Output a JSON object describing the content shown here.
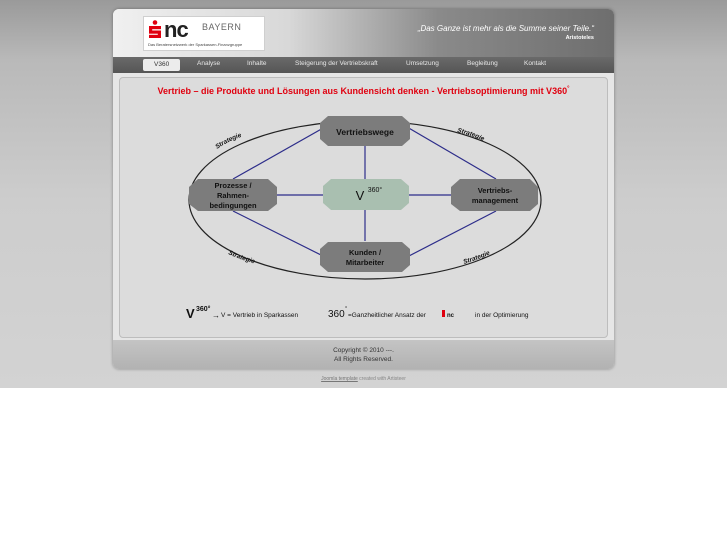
{
  "header": {
    "logo": {
      "brand": "nc",
      "region": "BAYERN",
      "tagline": "Das Beratersnetzwerk der Sparkassen-Finanzgruppe"
    },
    "quote": "„Das Ganze ist mehr als die Summe seiner Teile.“",
    "quote_author": "Aristoteles"
  },
  "nav": {
    "items": [
      {
        "label": "V360",
        "active": true
      },
      {
        "label": "Analyse"
      },
      {
        "label": "Inhalte"
      },
      {
        "label": "Steigerung der Vertriebskraft"
      },
      {
        "label": "Umsetzung"
      },
      {
        "label": "Begleitung"
      },
      {
        "label": "Kontakt"
      }
    ]
  },
  "content": {
    "headline": "Vertrieb – die Produkte und Lösungen aus Kundensicht denken - Vertriebsoptimierung mit V360",
    "headline_sup": "°"
  },
  "diagram": {
    "center": {
      "main": "V",
      "sup": "360°"
    },
    "nodes": {
      "top": "Vertriebswege",
      "left": [
        "Prozesse /",
        "Rahmen-",
        "bedingungen"
      ],
      "right": [
        "Vertriebs-",
        "management"
      ],
      "bottom": [
        "Kunden /",
        "Mitarbeiter"
      ]
    },
    "strategy_label": "Strategie",
    "colors": {
      "node": "#7c7c7c",
      "center": "#a9bfb0",
      "line": "#2d2d8a",
      "headline": "#e0000f"
    }
  },
  "legend": {
    "v_main": "V",
    "v_sup": "360°",
    "arrow": "→",
    "v_text": "V = Vertrieb in Sparkassen",
    "c_main": "360",
    "c_sup": "°",
    "c_text_a": "=Ganzheitlicher Ansatz der",
    "c_logo": "nc",
    "c_text_b": "in der Optimierung"
  },
  "footer": {
    "copyright": "Copyright © 2010 ---.",
    "rights": "All Rights Reserved."
  },
  "credit": {
    "link": "Joomla template",
    "text": " created with Artisteer"
  }
}
